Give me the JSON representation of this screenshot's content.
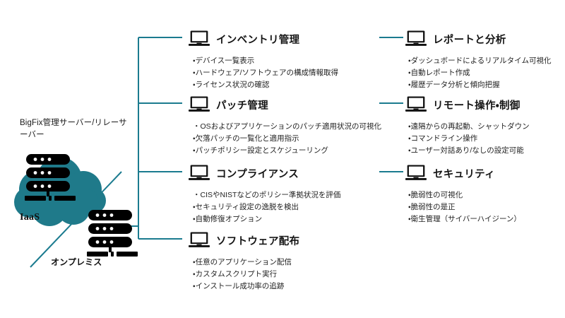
{
  "diagram": {
    "infrastructure": {
      "server_label": "BigFix管理サーバー/リレーサーバー",
      "cloud_label": "IaaS",
      "onprem_label": "オンプレミス",
      "cloud_color": "#1f7a8a",
      "server_icon_color": "#000000",
      "divider_color": "#1b7b8f"
    },
    "connector_color": "#1b7b8f",
    "columns": [
      {
        "id": "left",
        "capabilities": [
          {
            "icon": "laptop-icon",
            "title": "インベントリ管理",
            "bullets": [
              "デバイス一覧表示",
              "ハードウェア/ソフトウェアの構成情報取得",
              "ライセンス状況の確認"
            ]
          },
          {
            "icon": "laptop-icon",
            "title": "パッチ管理",
            "bullets": [
              "OSおよびアプリケーションのパッチ適用状況の可視化",
              "欠落パッチの一覧化と適用指示",
              "パッチポリシー設定とスケジューリング"
            ]
          },
          {
            "icon": "laptop-icon",
            "title": "コンプライアンス",
            "bullets": [
              "CISやNISTなどのポリシー準拠状況を評価",
              "セキュリティ設定の逸脱を検出",
              "自動修復オプション"
            ]
          },
          {
            "icon": "laptop-icon",
            "title": "ソフトウェア配布",
            "bullets": [
              "任意のアプリケーション配信",
              "カスタムスクリプト実行",
              "インストール成功率の追跡"
            ]
          }
        ]
      },
      {
        "id": "right",
        "capabilities": [
          {
            "icon": "laptop-icon",
            "title": "レポートと分析",
            "bullets": [
              "ダッシュボードによるリアルタイム可視化",
              "自動レポート作成",
              "履歴データ分析と傾向把握"
            ]
          },
          {
            "icon": "laptop-icon",
            "title": "リモート操作・制御",
            "bullets": [
              "遠隔からの再起動、シャットダウン",
              "コマンドライン操作",
              "ユーザー対話あり/なしの設定可能"
            ]
          },
          {
            "icon": "laptop-icon",
            "title": "セキュリティ",
            "bullets": [
              "脆弱性の可視化",
              "脆弱性の是正",
              "衛生管理（サイバーハイジーン）"
            ]
          }
        ]
      }
    ]
  }
}
